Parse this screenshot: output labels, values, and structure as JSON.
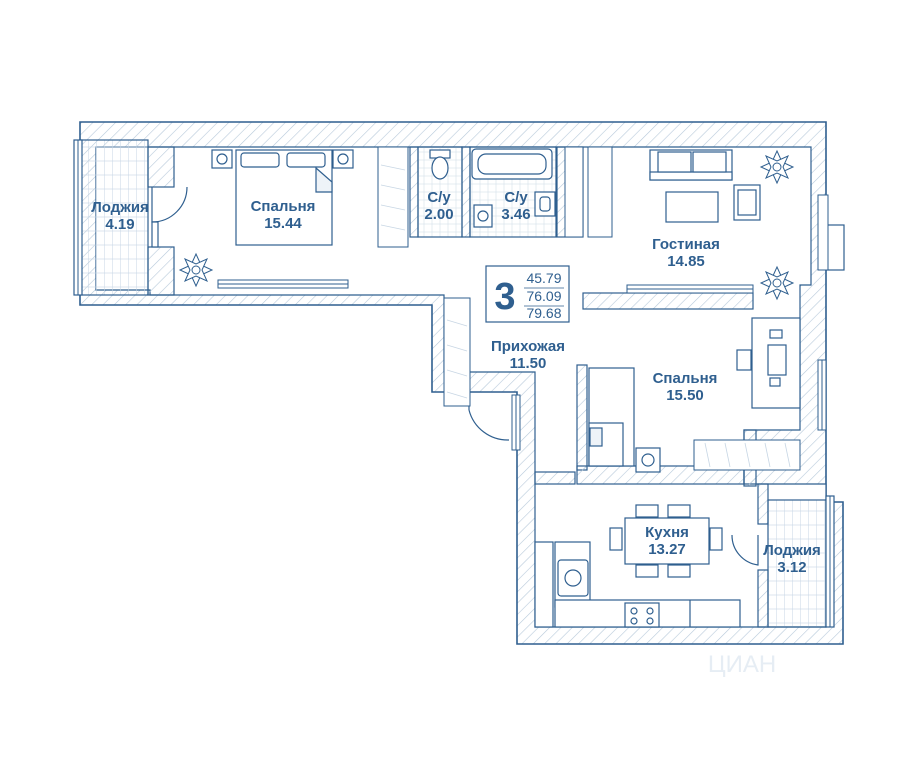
{
  "colors": {
    "line": "#2f5f8f",
    "hatch": "#b7c9da",
    "fill_light": "#eef3f8"
  },
  "rooms": [
    {
      "name": "Лоджия",
      "area": "4.19"
    },
    {
      "name": "Спальня",
      "area": "15.44"
    },
    {
      "name": "С/у",
      "area": "2.00"
    },
    {
      "name": "С/у",
      "area": "3.46"
    },
    {
      "name": "Гостиная",
      "area": "14.85"
    },
    {
      "name": "Прихожая",
      "area": "11.50"
    },
    {
      "name": "Спальня",
      "area": "15.50"
    },
    {
      "name": "Кухня",
      "area": "13.27"
    },
    {
      "name": "Лоджия",
      "area": "3.12"
    }
  ],
  "summary": {
    "rooms_count": "3",
    "living_area": "45.79",
    "total_area": "76.09",
    "total_with_loggia": "79.68"
  },
  "icons": [
    "plant-icon",
    "bed-icon",
    "sofa-icon",
    "armchair-icon",
    "table-icon",
    "desk-icon",
    "toilet-icon",
    "bathtub-icon",
    "sink-icon",
    "washing-machine-icon",
    "stove-icon",
    "wardrobe-icon",
    "door-icon",
    "window-icon"
  ],
  "watermark": "ЦИАН"
}
